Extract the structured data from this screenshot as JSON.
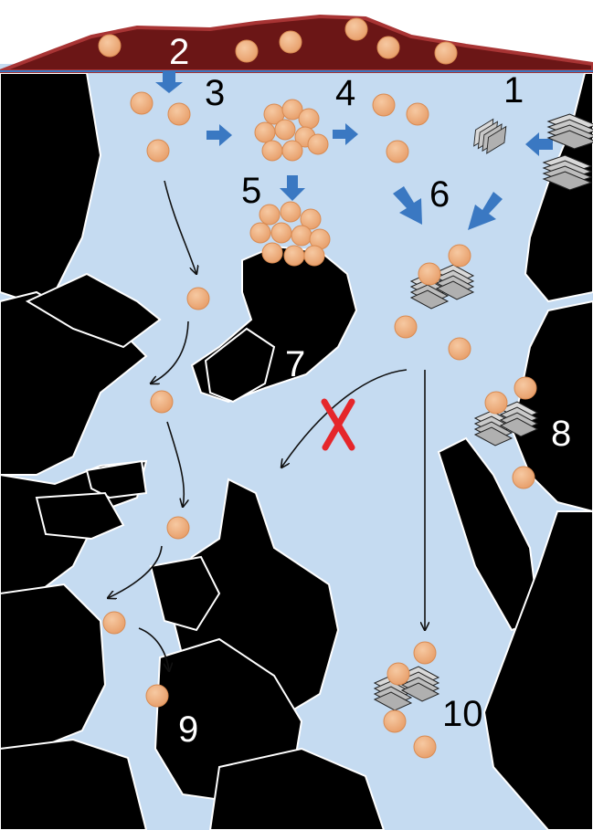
{
  "colors": {
    "water": "#c5dbf1",
    "rock": "#000000",
    "rock_crack": "#ffffff",
    "soil": "#6b1616",
    "soil_edge": "#a83434",
    "particle": "#eeaa77",
    "particle_edge": "#d98b52",
    "flow_arrow": "#3a78c2",
    "path_arrow": "#111111",
    "blocked_mark": "#e5262b",
    "clay": "#c8c8c8",
    "label_dark": "#000000",
    "label_light": "#ffffff"
  },
  "icons": {
    "blocked": "cross-mark-icon",
    "flow": "block-arrow-icon",
    "path": "thin-arrow-icon"
  },
  "labels": {
    "l1": "1",
    "l2": "2",
    "l3": "3",
    "l4": "4",
    "l5": "5",
    "l6": "6",
    "l7": "7",
    "l8": "8",
    "l9": "9",
    "l10": "10"
  }
}
